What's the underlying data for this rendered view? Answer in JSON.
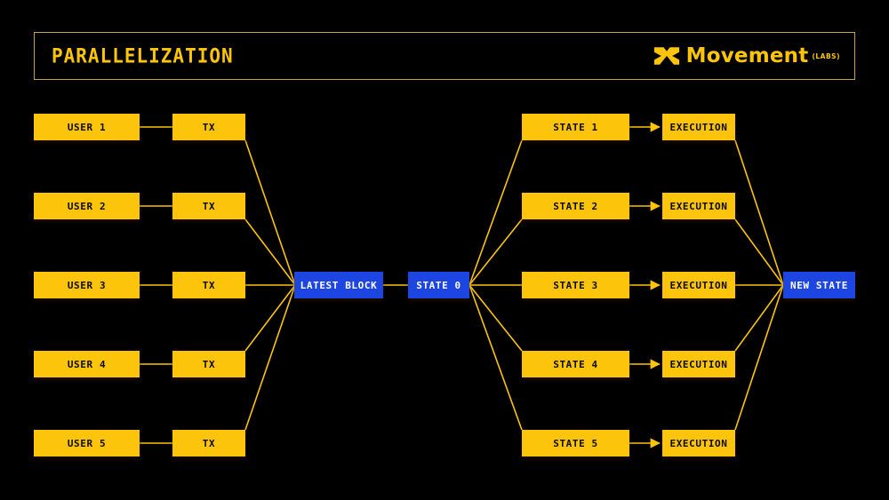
{
  "header": {
    "title": "PARALLELIZATION",
    "brand": {
      "name": "Movement",
      "suffix": "(LABS)",
      "logo_icon": "movement-m-icon"
    }
  },
  "colors": {
    "yellow": "#FCC40B",
    "blue": "#1C45E2",
    "background": "#000000",
    "box_text": "#0B0B0B",
    "blue_text": "#FFFFFF",
    "header_border": "#C9A43E"
  },
  "diagram": {
    "users": [
      "USER 1",
      "USER 2",
      "USER 3",
      "USER 4",
      "USER 5"
    ],
    "tx": [
      "TX",
      "TX",
      "TX",
      "TX",
      "TX"
    ],
    "latest_block": "LATEST BLOCK",
    "state_zero": "STATE 0",
    "states": [
      "STATE 1",
      "STATE 2",
      "STATE 3",
      "STATE 4",
      "STATE 5"
    ],
    "execution": [
      "EXECUTION",
      "EXECUTION",
      "EXECUTION",
      "EXECUTION",
      "EXECUTION"
    ],
    "new_state": "NEW STATE"
  }
}
